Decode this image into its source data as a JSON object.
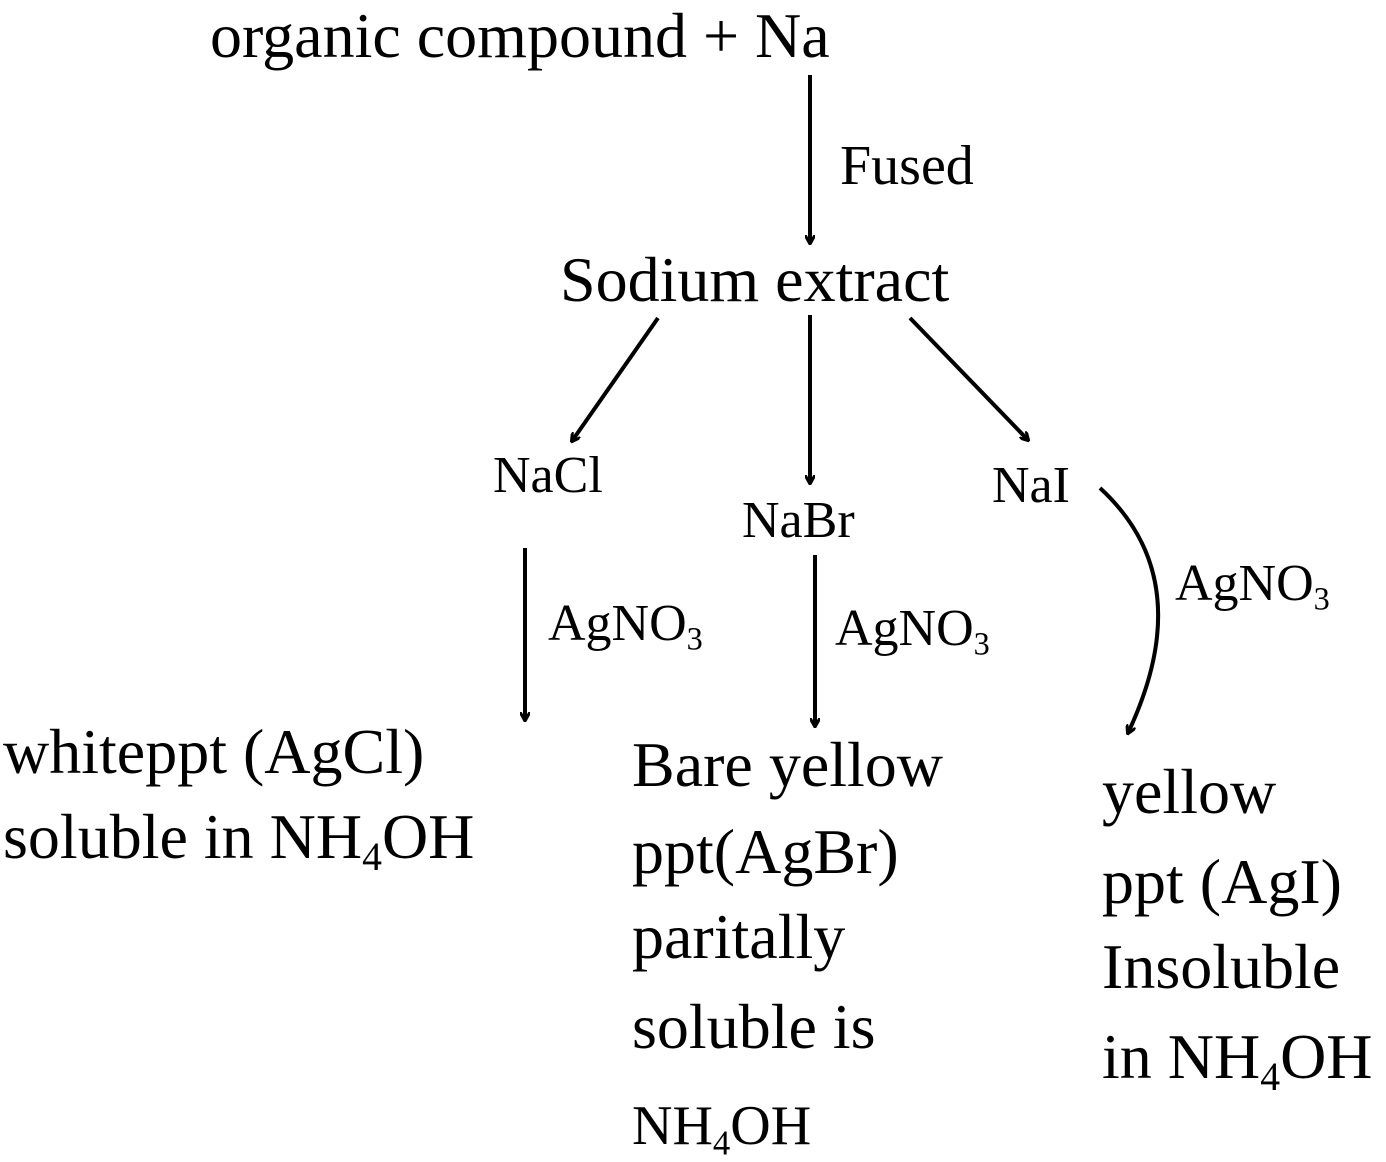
{
  "start": {
    "text": "organic compound + Na"
  },
  "step1": {
    "reagent": "Fused",
    "product": "Sodium extract"
  },
  "branches": [
    {
      "salt": "NaCl",
      "reagent": "AgNO",
      "reagent_sub": "3",
      "result_lines": [
        "whiteppt (AgCl)",
        "soluble in NH"
      ],
      "result_sub": "4",
      "result_tail": "OH"
    },
    {
      "salt": "NaBr",
      "reagent": "AgNO",
      "reagent_sub": "3",
      "result_lines": [
        "Bare yellow",
        "ppt(AgBr)",
        "paritally",
        "soluble is",
        "NH"
      ],
      "result_sub": "4",
      "result_tail": "OH"
    },
    {
      "salt": "NaI",
      "reagent": "AgNO",
      "reagent_sub": "3",
      "result_lines": [
        "yellow",
        "ppt (AgI)",
        "Insoluble",
        "in NH"
      ],
      "result_sub": "4",
      "result_tail": "OH"
    }
  ],
  "colors": {
    "ink": "#000000",
    "background": "#ffffff"
  }
}
